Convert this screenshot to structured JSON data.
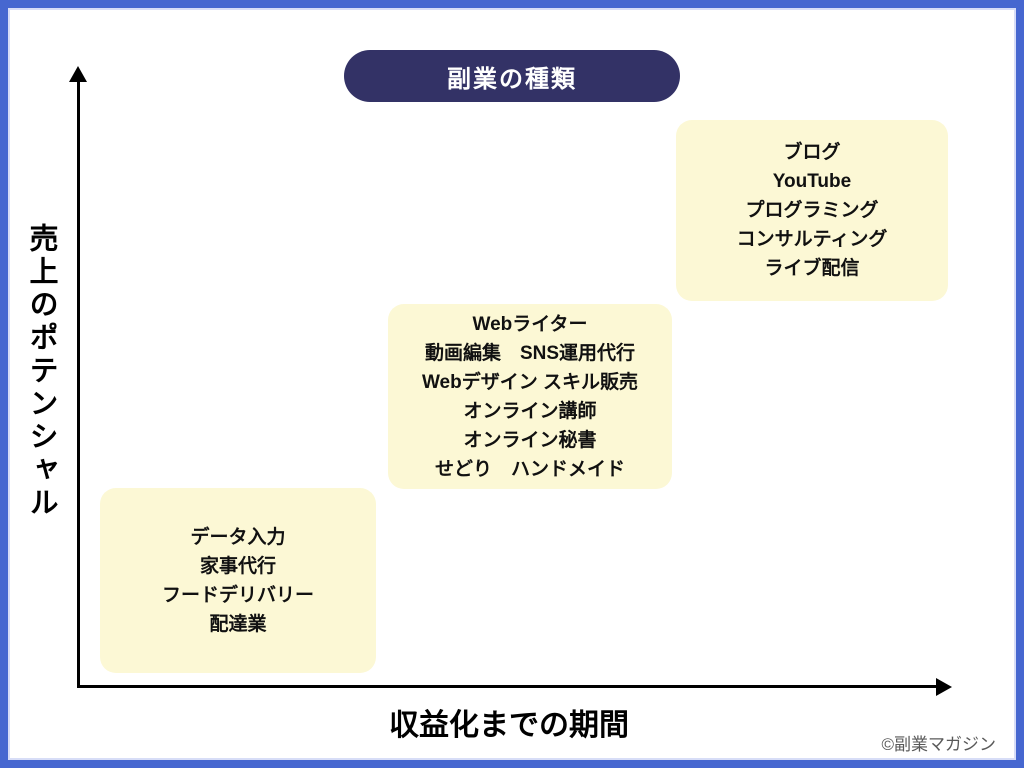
{
  "title": {
    "label": "副業の種類"
  },
  "axes": {
    "y_label": "売上のポテンシャル",
    "x_label": "収益化までの期間"
  },
  "groups": [
    {
      "name": "short-term-low-potential",
      "lines": [
        "データ入力",
        "家事代行",
        "フードデリバリー",
        "配達業"
      ]
    },
    {
      "name": "mid-term-mid-potential",
      "lines": [
        "Webライター",
        "動画編集　SNS運用代行",
        "Webデザイン スキル販売",
        "オンライン講師",
        "オンライン秘書",
        "せどり　ハンドメイド"
      ]
    },
    {
      "name": "long-term-high-potential",
      "lines": [
        "ブログ",
        "YouTube",
        "プログラミング",
        "コンサルティング",
        "ライブ配信"
      ]
    }
  ],
  "footer": {
    "credit": "©副業マガジン"
  },
  "colors": {
    "frame_border": "#4667d0",
    "title_bg": "#333266",
    "title_text": "#ffffff",
    "box_bg": "#fcf8d5",
    "axis": "#000000",
    "credit_text": "#595959"
  }
}
